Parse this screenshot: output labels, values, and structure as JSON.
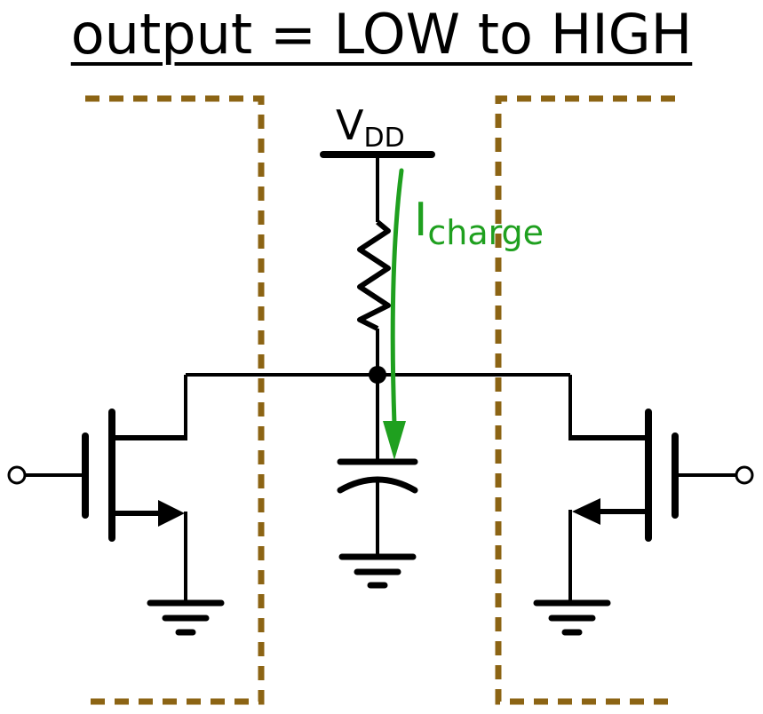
{
  "title": "output = LOW to HIGH",
  "supply": {
    "main": "V",
    "sub": "DD"
  },
  "current": {
    "main": "I",
    "sub": "charge"
  },
  "colors": {
    "current_arrow": "#1fa01f",
    "gate_boundary": "#8c6414",
    "wires": "#000000"
  },
  "icons": [
    "resistor-icon",
    "capacitor-icon",
    "ground-icon",
    "nmos-transistor-icon",
    "input-terminal-icon"
  ]
}
